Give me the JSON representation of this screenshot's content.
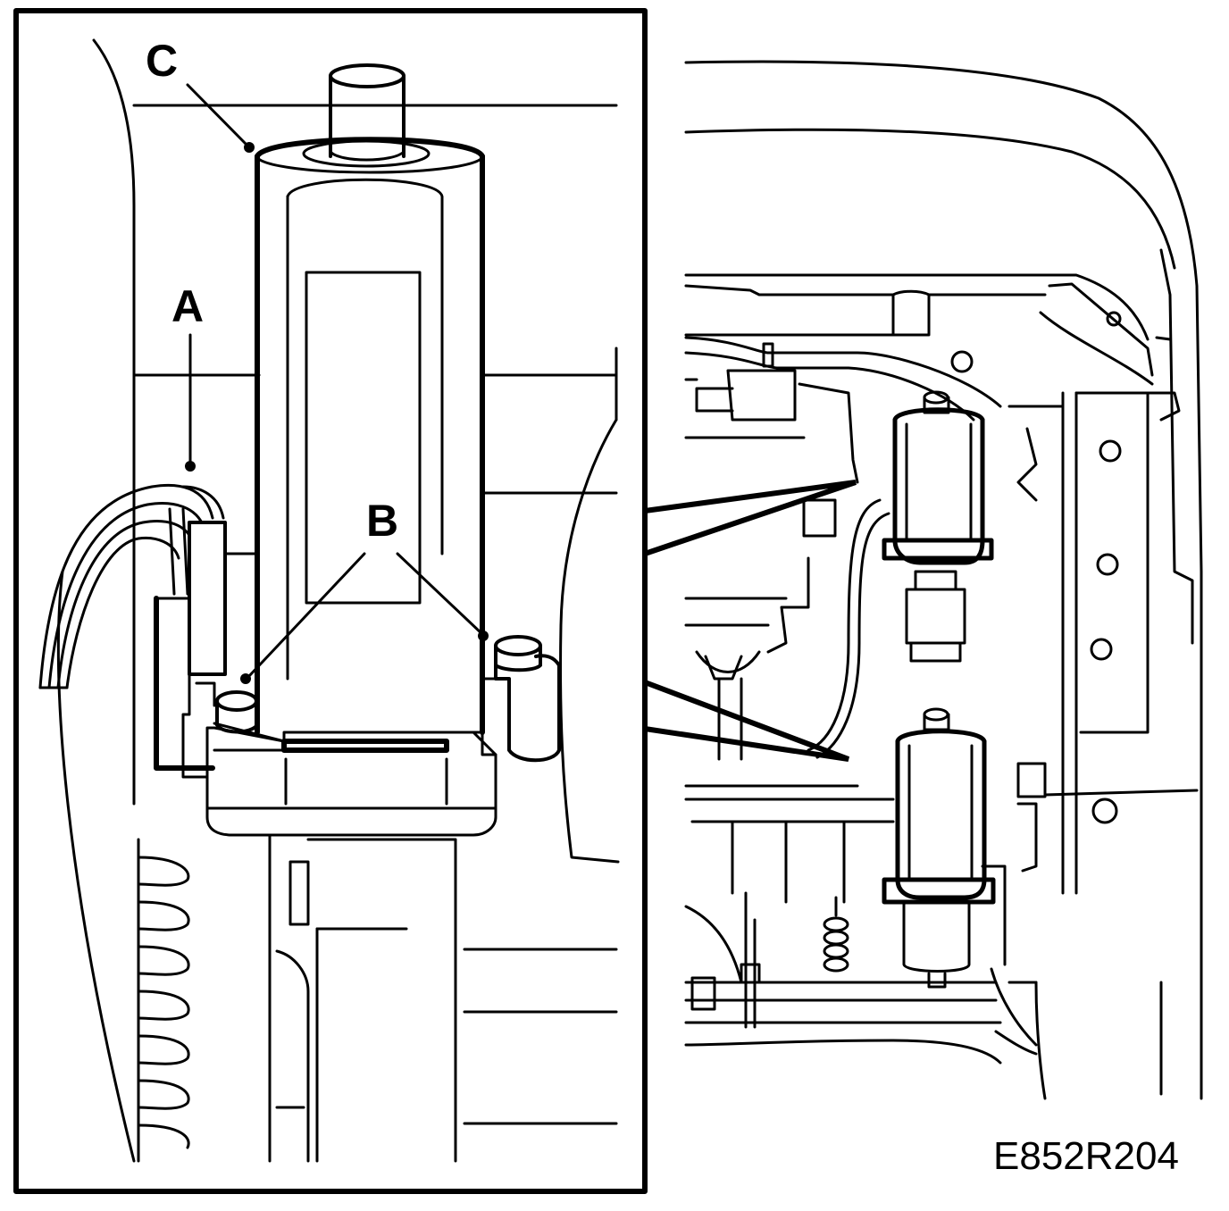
{
  "figure": {
    "figure_id": "E852R204",
    "callouts": {
      "a": "A",
      "b": "B",
      "c": "C"
    }
  }
}
